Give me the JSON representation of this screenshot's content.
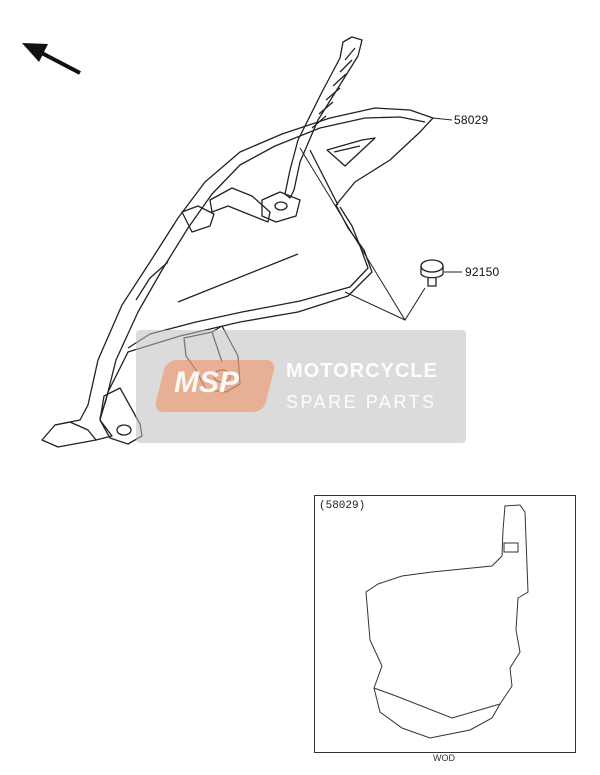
{
  "callouts": {
    "part_58029": "58029",
    "part_92150": "92150"
  },
  "inset": {
    "label": "(58029)",
    "code": "WOD"
  },
  "watermark": {
    "logo": "MSP",
    "title": "MOTORCYCLE",
    "subtitle": "SPARE PARTS"
  },
  "icons": {
    "direction": "arrow-up-left-icon",
    "bolt": "bolt-icon"
  },
  "colors": {
    "line": "#222222",
    "watermark_bg": "#bebebe",
    "watermark_accent": "#f08c5a"
  }
}
